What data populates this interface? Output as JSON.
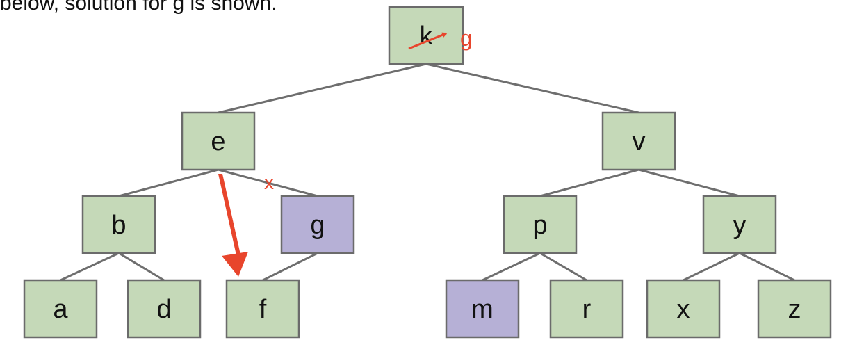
{
  "caption": "below, solution for g is shown.",
  "colors": {
    "node_fill": "#c5d9b8",
    "node_highlight_fill": "#b6b0d6",
    "node_border": "#6b6b6b",
    "edge": "#6e6e6e",
    "annotation": "#e8452c"
  },
  "tree": {
    "nodes": [
      {
        "id": "k",
        "label": "k",
        "highlight": false
      },
      {
        "id": "e",
        "label": "e",
        "highlight": false
      },
      {
        "id": "v",
        "label": "v",
        "highlight": false
      },
      {
        "id": "b",
        "label": "b",
        "highlight": false
      },
      {
        "id": "g",
        "label": "g",
        "highlight": true
      },
      {
        "id": "p",
        "label": "p",
        "highlight": false
      },
      {
        "id": "y",
        "label": "y",
        "highlight": false
      },
      {
        "id": "a",
        "label": "a",
        "highlight": false
      },
      {
        "id": "d",
        "label": "d",
        "highlight": false
      },
      {
        "id": "f",
        "label": "f",
        "highlight": false
      },
      {
        "id": "m",
        "label": "m",
        "highlight": true
      },
      {
        "id": "r",
        "label": "r",
        "highlight": false
      },
      {
        "id": "x",
        "label": "x",
        "highlight": false
      },
      {
        "id": "z",
        "label": "z",
        "highlight": false
      }
    ],
    "edges": [
      [
        "k",
        "e"
      ],
      [
        "k",
        "v"
      ],
      [
        "e",
        "b"
      ],
      [
        "e",
        "g"
      ],
      [
        "v",
        "p"
      ],
      [
        "v",
        "y"
      ],
      [
        "b",
        "a"
      ],
      [
        "b",
        "d"
      ],
      [
        "g",
        "f"
      ],
      [
        "p",
        "m"
      ],
      [
        "p",
        "r"
      ],
      [
        "y",
        "x"
      ],
      [
        "y",
        "z"
      ]
    ]
  },
  "annotations": {
    "replacement_label": "g",
    "deleted_edge_mark": "x"
  }
}
